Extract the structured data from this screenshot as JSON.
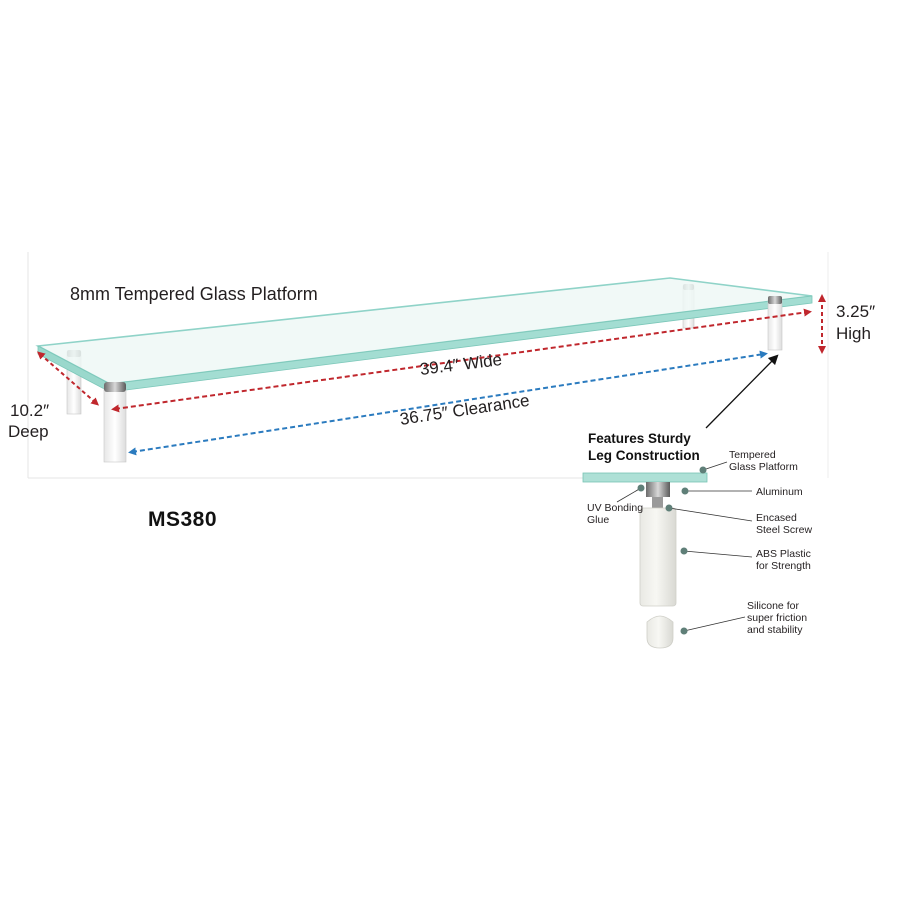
{
  "platform_label": "8mm Tempered Glass Platform",
  "dimensions": {
    "wide": "39.4″ Wide",
    "clearance": "36.75″ Clearance",
    "deep_value": "10.2″",
    "deep_word": "Deep",
    "high_value": "3.25″",
    "high_word": "High"
  },
  "model": "MS380",
  "callout": {
    "title_line1": "Features Sturdy",
    "title_line2": "Leg Construction",
    "parts": {
      "tempered_glass": "Tempered Glass Platform",
      "aluminum": "Aluminum",
      "uv_glue": "UV Bonding Glue",
      "steel_screw": "Encased Steel Screw",
      "abs_plastic": "ABS Plastic for Strength",
      "silicone": "Silicone for super friction and stability"
    }
  },
  "colors": {
    "glass_edge": "#8fd3c8",
    "glass_fill": "#eef8f6",
    "width_arrow": "#c0272d",
    "clearance_arrow": "#2b7bbf",
    "leader_dot": "#5f7f78"
  }
}
